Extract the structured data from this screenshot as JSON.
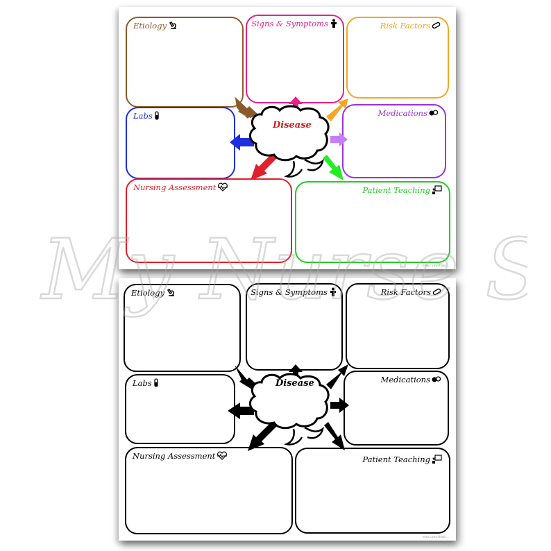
{
  "disease_label": "Disease",
  "credit": "etsy.com/shop/...",
  "watermark": "My Nurse Squad",
  "sections": {
    "etiology": "Etiology",
    "signs": "Signs & Symptoms",
    "risk": "Risk Factors",
    "labs": "Labs",
    "medications": "Medications",
    "nursing": "Nursing Assessment",
    "teaching": "Patient Teaching"
  },
  "colors": {
    "etiology": "#8b5a2b",
    "signs": "#e8208a",
    "risk": "#f5a623",
    "labs": "#1c2ee0",
    "medications": "#9b30e0",
    "nursing": "#e0202a",
    "teaching": "#22cc22",
    "disease": "#d81b1b",
    "bw": "#000000"
  },
  "icons": {
    "etiology": "microscope-icon",
    "signs": "patient-icon",
    "risk": "pill-icon",
    "labs": "test-tube-icon",
    "medications": "capsule-icon",
    "nursing": "heartbeat-icon",
    "teaching": "teacher-board-icon"
  }
}
